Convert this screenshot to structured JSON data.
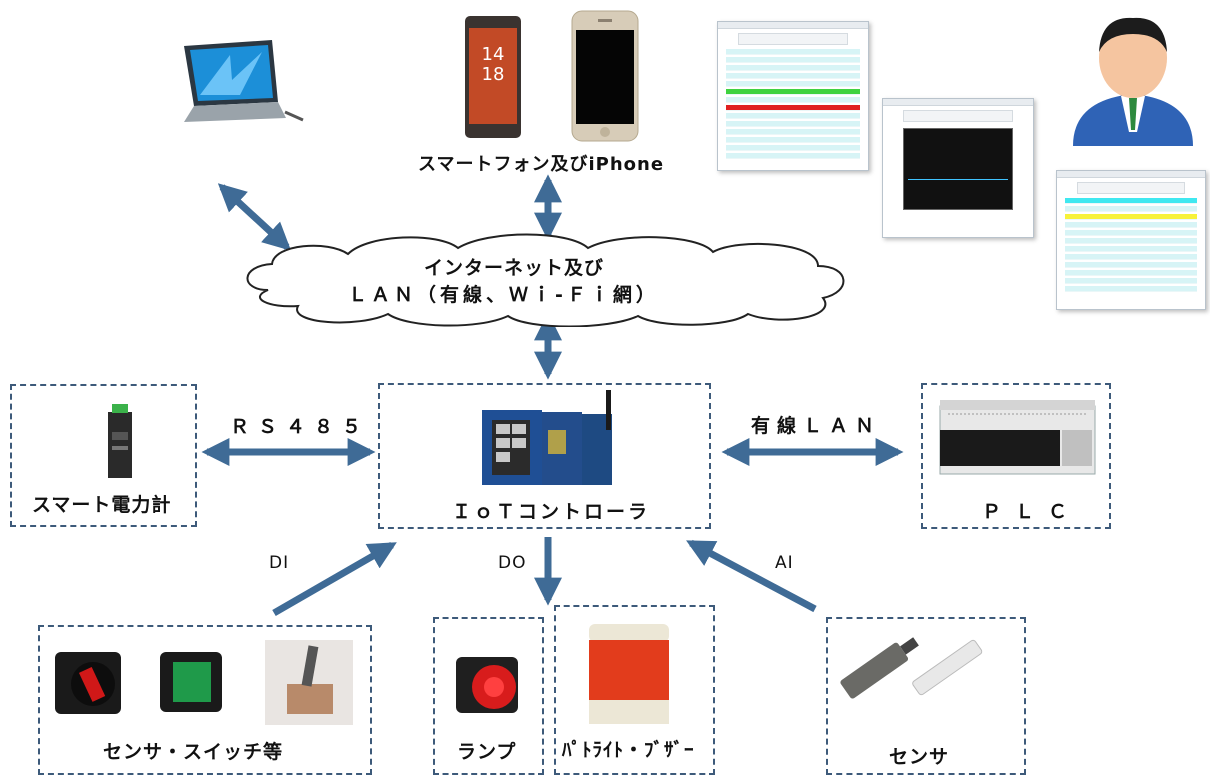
{
  "cloud": {
    "line1": "インターネット及び",
    "line2": "ＬＡＮ（有線、Ｗｉ-Ｆｉ網）"
  },
  "smartphones_label": "スマートフォン及びiPhone",
  "controller_label": "ＩｏＴコントローラ",
  "power_meter_label": "スマート電力計",
  "plc_label": "ＰＬＣ",
  "rs485_label": "ＲＳ４８５",
  "wired_lan_label": "有線ＬＡＮ",
  "di_label": "DI",
  "do_label": "DO",
  "ai_label": "AI",
  "switches_label": "センサ・スイッチ等",
  "lamp_label": "ランプ",
  "patlite_label": "ﾊﾟﾄﾗｲﾄ・ﾌﾞｻﾞｰ",
  "sensor_label": "センサ",
  "phone_time_h": "14",
  "phone_time_m": "18",
  "colors": {
    "arrow": "#3f6b96",
    "box_border": "#3d5a7a",
    "cloud_stroke": "#222222"
  }
}
